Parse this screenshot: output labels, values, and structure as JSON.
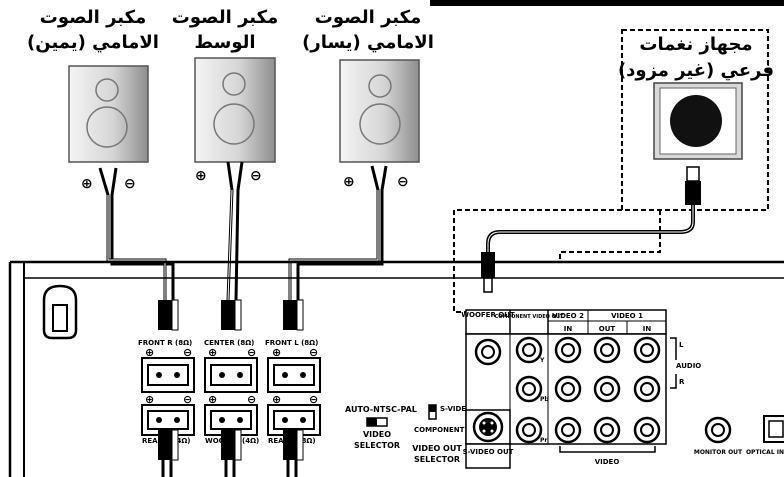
{
  "speakers": {
    "front_right": {
      "line1": "مكبر الصوت",
      "line2": "الامامي (يمين)"
    },
    "center": {
      "line1": "مكبر الصوت",
      "line2": "الوسط"
    },
    "front_left": {
      "line1": "مكبر الصوت",
      "line2": "الامامي (يسار)"
    }
  },
  "subwoofer": {
    "line1": "مجهاز نغمات",
    "line2": "فرعي (غير مزود)"
  },
  "terminal_labels": {
    "front_r": "FRONT R (8Ω)",
    "center": "CENTER (8Ω)",
    "front_l": "FRONT L (8Ω)",
    "rear_r": "REAR R (4Ω)",
    "woofer_t": "WOOFER (4Ω)",
    "rear_l": "REAR L (8Ω)",
    "plus": "⊕",
    "minus": "⊖"
  },
  "panel": {
    "woofer_out": "WOOFER OUT",
    "component_video_out": "COMPONENT VIDEO OUT",
    "video2": "VIDEO 2",
    "video1": "VIDEO 1",
    "in": "IN",
    "out": "OUT",
    "audio": "AUDIO",
    "l": "L",
    "r": "R",
    "y": "Y",
    "pb": "Pb",
    "pr": "Pr",
    "svideo_out": "S-VIDEO OUT",
    "video": "VIDEO",
    "monitor_out": "MONITOR OUT",
    "optical_in": "OPTICAL IN",
    "auto_ntsc_pal": "AUTO-NTSC-PAL",
    "video_selector_1": "VIDEO",
    "video_selector_2": "SELECTOR",
    "svideo_sw": "S-VIDEO",
    "component_sw": "COMPONENT",
    "video_out_sel_1": "VIDEO OUT",
    "video_out_sel_2": "SELECTOR"
  },
  "colors": {
    "ink": "#000000",
    "speaker_light": "#f2f2f2",
    "speaker_dark": "#9a9a9a"
  }
}
